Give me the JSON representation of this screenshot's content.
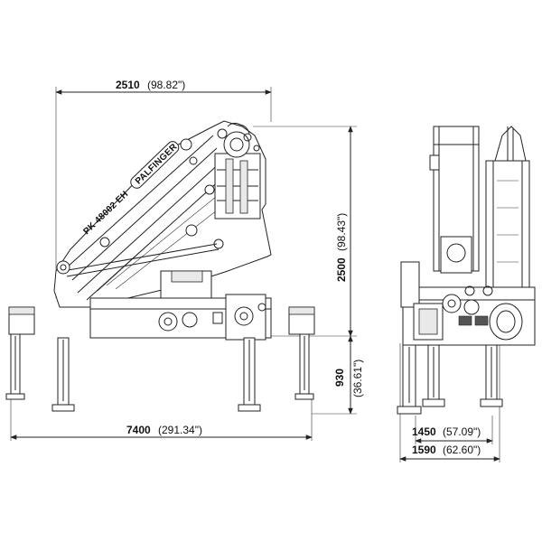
{
  "dimensions": {
    "top_width": {
      "value": "2510",
      "imperial": "(98.82\")"
    },
    "height_upper": {
      "value": "2500",
      "imperial": "(98.43\")"
    },
    "height_lower": {
      "value": "930",
      "imperial": "(36.61\")"
    },
    "outrigger_span": {
      "value": "7400",
      "imperial": "(291.34\")"
    },
    "rear_width_inner": {
      "value": "1450",
      "imperial": "(57.09\")"
    },
    "rear_width_outer": {
      "value": "1590",
      "imperial": "(62.60\")"
    }
  },
  "boom_label": {
    "model": "PK 48002 EH",
    "brand": "PALFINGER"
  }
}
